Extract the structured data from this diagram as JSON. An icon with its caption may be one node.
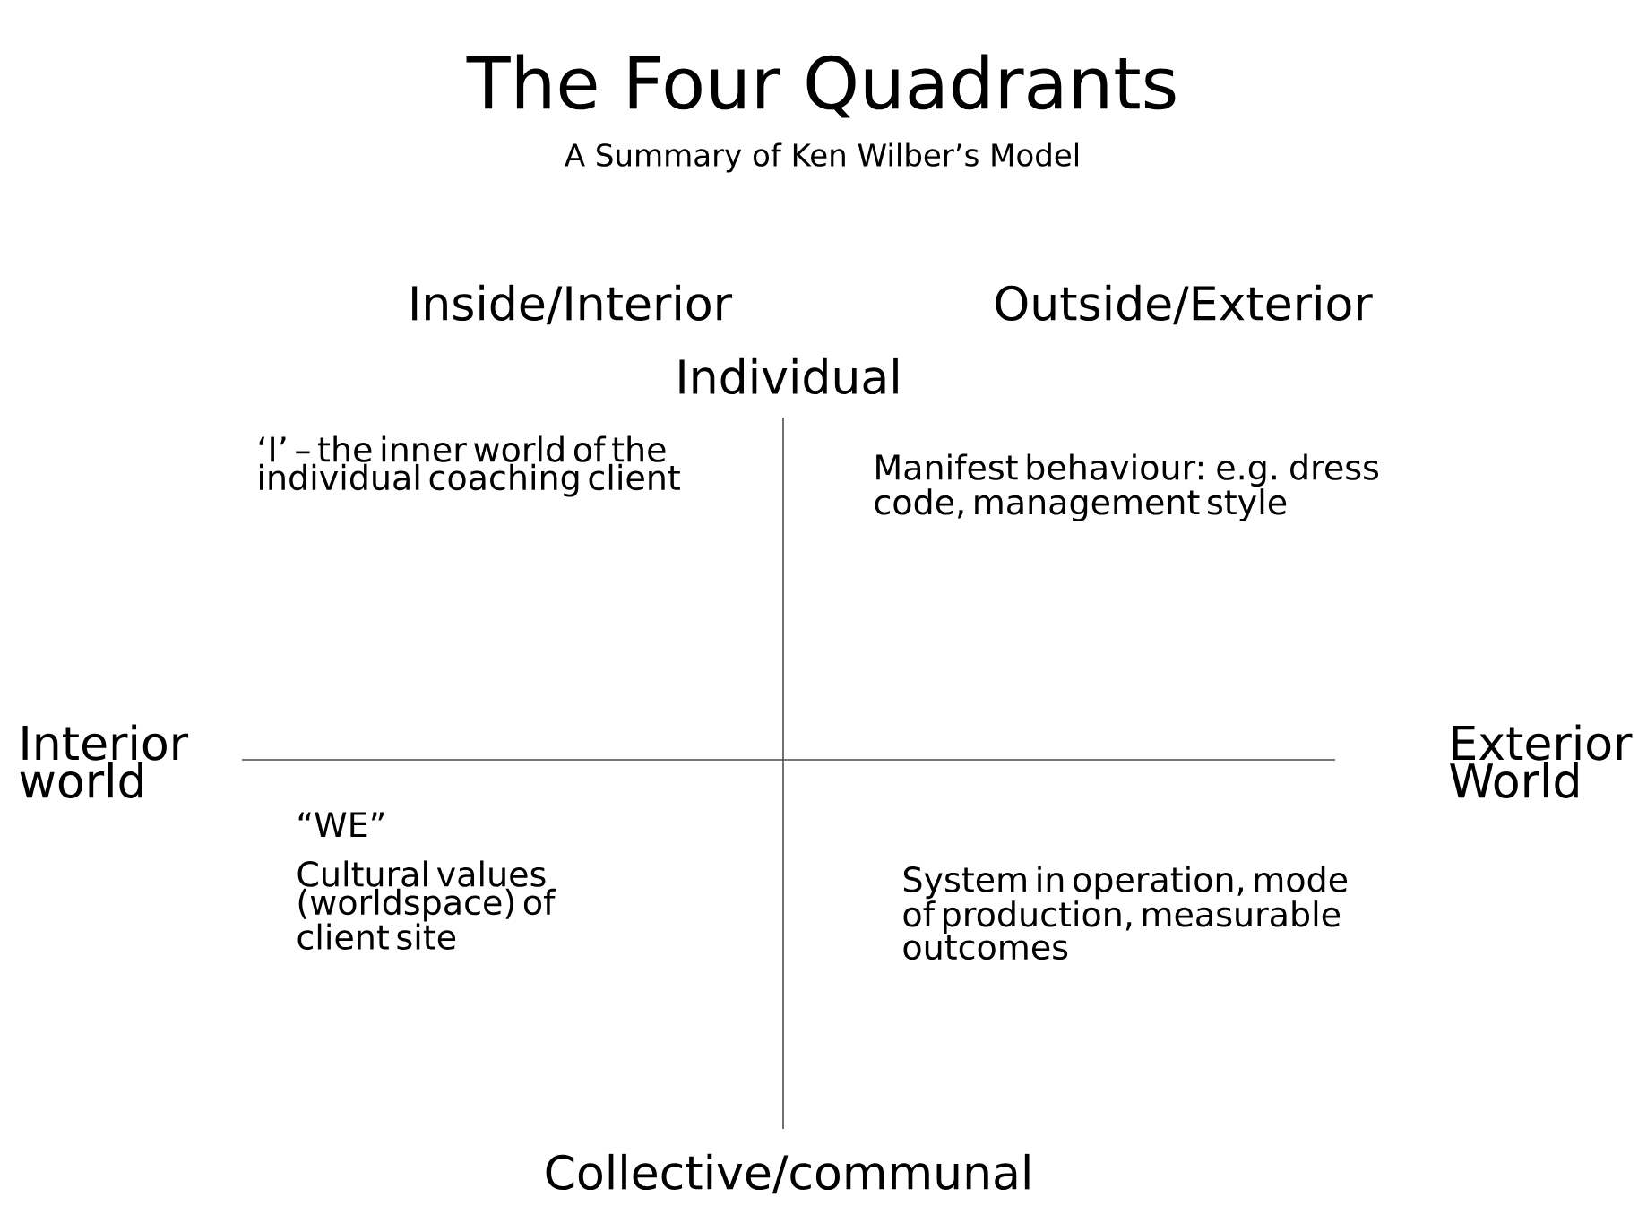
{
  "diagram": {
    "title": "The Four Quadrants",
    "caption": "A Summary of Ken Wilber’s Model",
    "labels": [
      "Inside/Interior",
      "Outside/Exterior",
      "Individual",
      "‘I’ – the inner world of the individual coaching client",
      "Manifest behaviour: e.g. dress code, management style",
      "Interior world",
      "Exterior World",
      "“WE”",
      "Cultural values (worldspace) of client site",
      "System in operation, mode of production, measurable outcomes",
      "Collective/communal"
    ]
  }
}
